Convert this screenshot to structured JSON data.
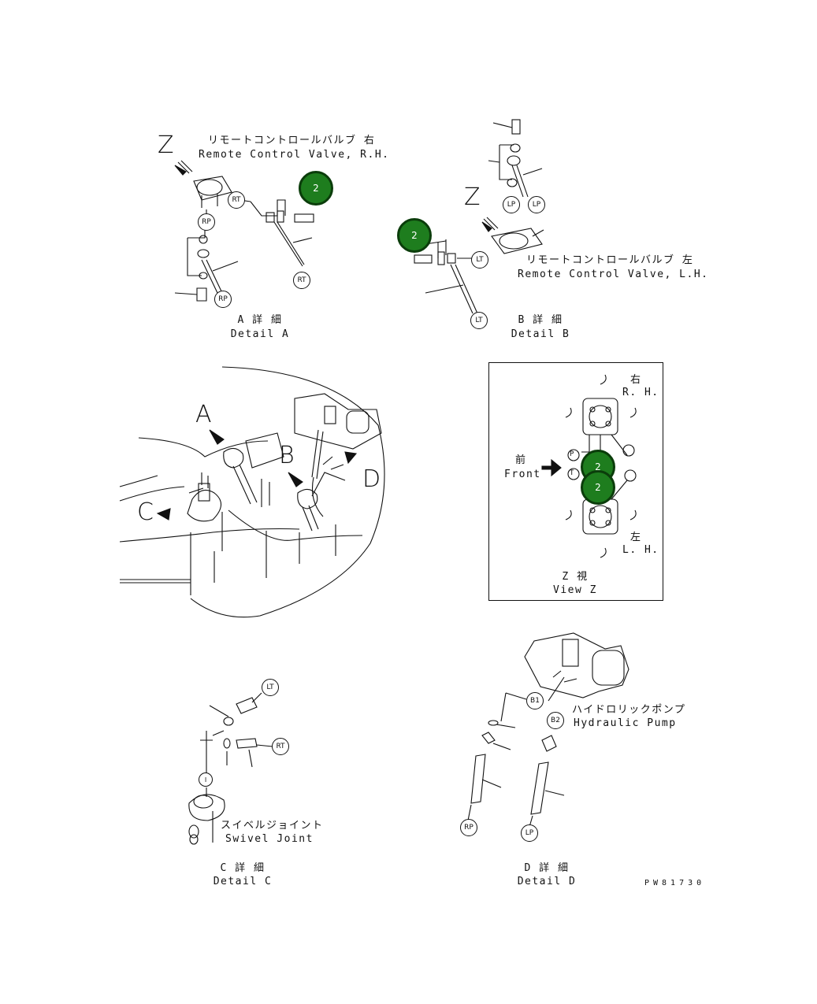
{
  "detail_a": {
    "view_letter": "Z",
    "part_jp": "リモートコントロールバルブ 右",
    "part_en": "Remote Control Valve, R.H.",
    "caption_jp": "A 詳 細",
    "caption_en": "Detail A",
    "tags": [
      "RT",
      "RP",
      "RP",
      "RT"
    ],
    "callout": "2"
  },
  "detail_b": {
    "view_letter": "Z",
    "part_jp": "リモートコントロールバルブ 左",
    "part_en": "Remote Control Valve, L.H.",
    "caption_jp": "B 詳 細",
    "caption_en": "Detail B",
    "tags": [
      "LP",
      "LP",
      "LT",
      "LT"
    ],
    "callout": "2"
  },
  "overview": {
    "letters": [
      "A",
      "B",
      "C",
      "D"
    ]
  },
  "view_z": {
    "right_jp": "右",
    "right_en": "R. H.",
    "left_jp": "左",
    "left_en": "L. H.",
    "front_jp": "前",
    "front_en": "Front",
    "port_p": "P",
    "port_t": "T",
    "caption_jp": "Z 視",
    "caption_en": "View Z",
    "callouts": [
      "2",
      "2"
    ]
  },
  "detail_c": {
    "part_jp": "スイベルジョイント",
    "part_en": "Swivel Joint",
    "caption_jp": "C 詳 細",
    "caption_en": "Detail C",
    "tags": [
      "LT",
      "RT",
      "I"
    ]
  },
  "detail_d": {
    "part_jp": "ハイドロリックポンプ",
    "part_en": "Hydraulic Pump",
    "caption_jp": "D 詳 細",
    "caption_en": "Detail D",
    "tags": [
      "B1",
      "B2",
      "RP",
      "LP"
    ]
  },
  "drawing_number": "PW81730"
}
